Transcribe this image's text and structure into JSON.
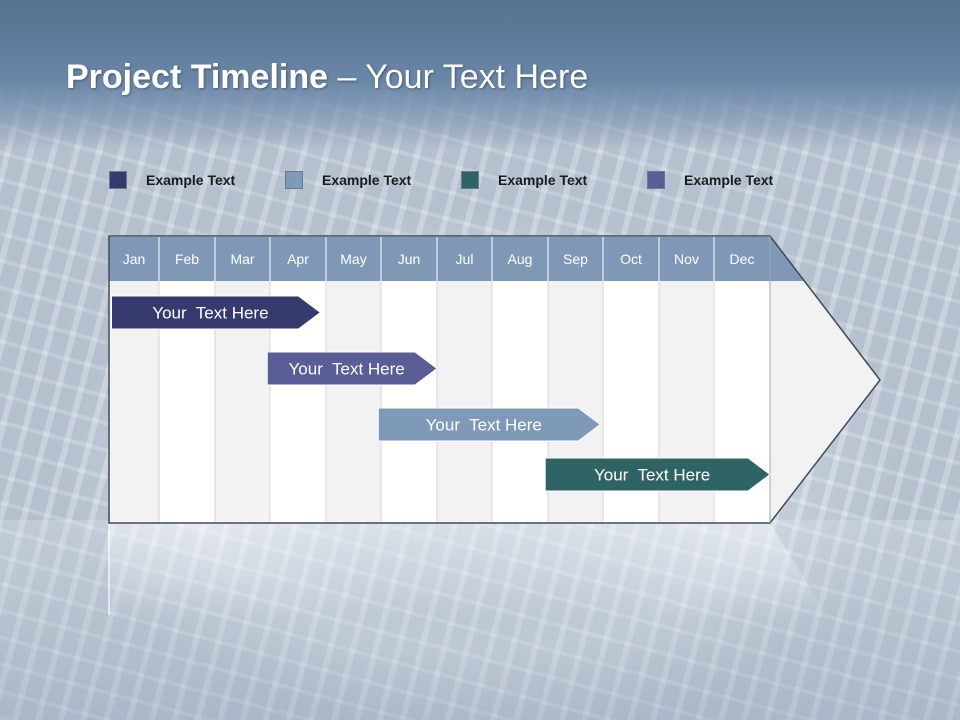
{
  "title": {
    "bold": "Project Timeline",
    "rest": " – Your Text Here"
  },
  "legend": [
    {
      "label": "Example Text",
      "color": "#363a6e"
    },
    {
      "label": "Example Text",
      "color": "#7f9ab8"
    },
    {
      "label": "Example Text",
      "color": "#2f6466"
    },
    {
      "label": "Example Text",
      "color": "#5b5d96"
    }
  ],
  "months": [
    "Jan",
    "Feb",
    "Mar",
    "Apr",
    "May",
    "Jun",
    "Jul",
    "Aug",
    "Sep",
    "Oct",
    "Nov",
    "Dec"
  ],
  "tasks": [
    {
      "label": "Your  Text Here",
      "start": 0.05,
      "end": 3.9,
      "color": "#363a6e"
    },
    {
      "label": "Your  Text Here",
      "start": 2.95,
      "end": 6.0,
      "color": "#5b5d96"
    },
    {
      "label": "Your  Text Here",
      "start": 4.95,
      "end": 8.95,
      "color": "#7f9ab8"
    },
    {
      "label": "Your  Text Here",
      "start": 7.95,
      "end": 12.0,
      "color": "#2f6466"
    }
  ],
  "colors": {
    "header": "#7f98b6",
    "column_light": "#f2f2f2",
    "column_white": "#ffffff"
  }
}
